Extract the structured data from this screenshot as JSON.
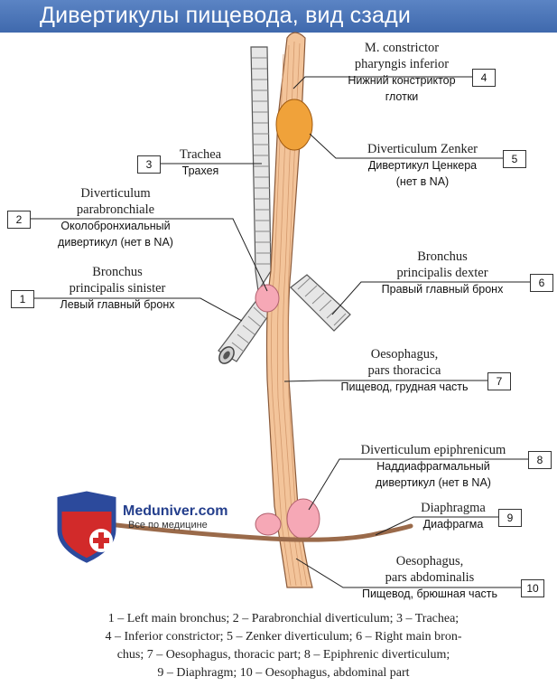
{
  "title": "Дивертикулы пищевода, вид сзади",
  "logo": {
    "name": "Meduniver.com",
    "tagline": "Все по медицине"
  },
  "labels": {
    "l4": {
      "number": "4",
      "latin_1": "M. constrictor",
      "latin_2": "pharyngis inferior",
      "russian_1": "Нижний констриктор",
      "russian_2": "глотки"
    },
    "l3": {
      "number": "3",
      "latin": "Trachea",
      "russian": "Трахея"
    },
    "l5": {
      "number": "5",
      "latin": "Diverticulum Zenker",
      "russian_1": "Дивертикул Ценкера",
      "russian_2": "(нет в NA)"
    },
    "l2": {
      "number": "2",
      "latin_1": "Diverticulum",
      "latin_2": "parabronchiale",
      "russian_1": "Околобронхиальный",
      "russian_2": "дивертикул (нет в NA)"
    },
    "l1": {
      "number": "1",
      "latin_1": "Bronchus",
      "latin_2": "principalis sinister",
      "russian": "Левый главный бронх"
    },
    "l6": {
      "number": "6",
      "latin_1": "Bronchus",
      "latin_2": "principalis dexter",
      "russian": "Правый главный бронх"
    },
    "l7": {
      "number": "7",
      "latin_1": "Oesophagus,",
      "latin_2": "pars thoracica",
      "russian": "Пищевод, грудная часть"
    },
    "l8": {
      "number": "8",
      "latin": "Diverticulum epiphrenicum",
      "russian_1": "Наддиафрагмальный",
      "russian_2": "дивертикул (нет в NA)"
    },
    "l9": {
      "number": "9",
      "latin": "Diaphragma",
      "russian": "Диафрагма"
    },
    "l10": {
      "number": "10",
      "latin_1": "Oesophagus,",
      "latin_2": "pars abdominalis",
      "russian": "Пищевод, брюшная часть"
    }
  },
  "legend": {
    "line_1": "1 – Left main bronchus; 2 – Parabronchial diverticulum; 3 – Trachea;",
    "line_2": "4 – Inferior constrictor; 5 – Zenker diverticulum; 6 – Right main bron-",
    "line_3": "chus; 7 – Oesophagus, thoracic part; 8 – Epiphrenic diverticulum;",
    "line_4": "9 – Diaphragm; 10 – Oesophagus, abdominal part"
  },
  "colors": {
    "title_bar": "#4a74b8",
    "oesophagus": "#f3c49a",
    "zenker": "#f0a23a",
    "diverticulum_pink": "#f6a8b6",
    "diaphragm": "#9a6a4a",
    "trachea": "#e4e4e4"
  }
}
